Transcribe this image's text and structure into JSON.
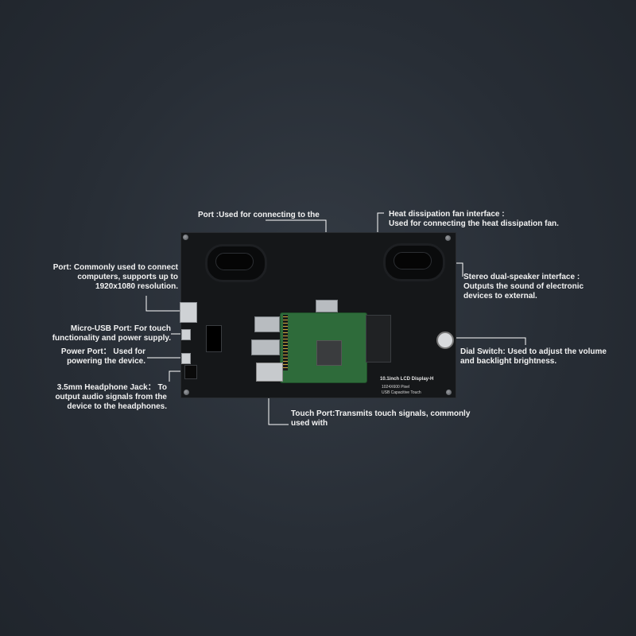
{
  "labels": {
    "port_top": "Port :Used for connecting to the",
    "fan": "Heat dissipation fan interface :\nUsed for connecting the heat dissipation fan.",
    "hdmi": "Port: Commonly used to connect\ncomputers, supports up to\n1920x1080 resolution.",
    "speaker": "Stereo dual-speaker interface :\nOutputs the sound of electronic\ndevices to external.",
    "micro_usb": "Micro-USB Port: For touch\nfunctionality and power supply.",
    "power": "Power Port： Used for\npowering the device.",
    "dial": "Dial Switch: Used to adjust the volume\nand backlight brightness.",
    "headphone": "3.5mm Headphone Jack： To\noutput audio signals from the\ndevice to the headphones.",
    "touch": "Touch Port:Transmits touch signals, commonly\nused with"
  },
  "board": {
    "title": "10.1inch LCD Display-H",
    "line1": "1024X600 Pixel",
    "line2": "USB Capacitive Touch"
  },
  "colors": {
    "background": "#272d35",
    "text": "#f2f2f2",
    "leader": "#ffffff",
    "board": "#151719",
    "pcb": "#2e6b3a"
  }
}
